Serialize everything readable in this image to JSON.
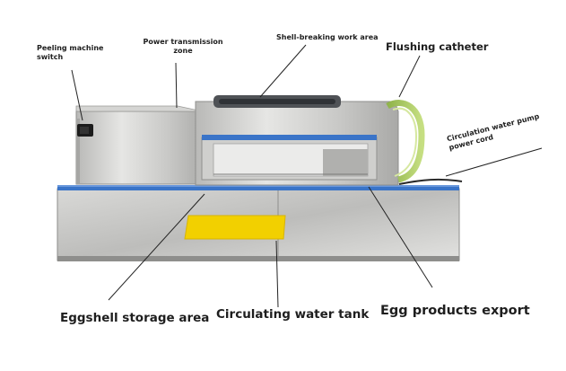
{
  "labels": {
    "peeling_switch": "Peeling machine switch",
    "power_zone": "Power transmission zone",
    "work_area": "Shell-breaking work area",
    "flushing": "Flushing catheter",
    "pump_cord": "Circulation water pump power cord",
    "storage": "Eggshell storage area",
    "tank": "Circulating water tank",
    "export": "Egg products export"
  },
  "colors": {
    "steel_light": "#d8d8d6",
    "steel_dark": "#9c9c9a",
    "blue_trim": "#3a74c8",
    "yellow_window": "#f2d000",
    "green_hose": "#b6d36a",
    "leader": "#222222"
  }
}
